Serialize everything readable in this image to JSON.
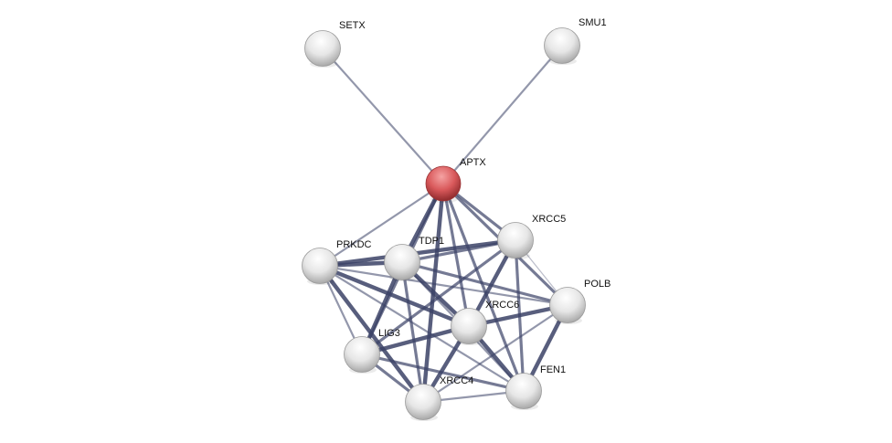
{
  "network": {
    "query_color": "#d9595b",
    "node_color": "#e4e4e4",
    "edge_color": "#3b4266",
    "nodes": [
      {
        "id": "SETX",
        "query": false
      },
      {
        "id": "SMU1",
        "query": false
      },
      {
        "id": "APTX",
        "query": true
      },
      {
        "id": "XRCC5",
        "query": false
      },
      {
        "id": "PRKDC",
        "query": false
      },
      {
        "id": "TDP1",
        "query": false
      },
      {
        "id": "POLB",
        "query": false
      },
      {
        "id": "XRCC6",
        "query": false
      },
      {
        "id": "LIG3",
        "query": false
      },
      {
        "id": "FEN1",
        "query": false
      },
      {
        "id": "XRCC4",
        "query": false
      }
    ],
    "edges": [
      [
        "APTX",
        "SETX",
        1
      ],
      [
        "APTX",
        "SMU1",
        1
      ],
      [
        "APTX",
        "PRKDC",
        1
      ],
      [
        "APTX",
        "TDP1",
        3
      ],
      [
        "APTX",
        "XRCC5",
        2
      ],
      [
        "APTX",
        "XRCC6",
        2
      ],
      [
        "APTX",
        "FEN1",
        2
      ],
      [
        "APTX",
        "POLB",
        2
      ],
      [
        "APTX",
        "XRCC4",
        3
      ],
      [
        "APTX",
        "LIG3",
        2
      ],
      [
        "PRKDC",
        "TDP1",
        3
      ],
      [
        "PRKDC",
        "XRCC5",
        3
      ],
      [
        "PRKDC",
        "XRCC6",
        3
      ],
      [
        "PRKDC",
        "POLB",
        1
      ],
      [
        "PRKDC",
        "LIG3",
        1
      ],
      [
        "PRKDC",
        "XRCC4",
        3
      ],
      [
        "PRKDC",
        "FEN1",
        1
      ],
      [
        "TDP1",
        "XRCC5",
        2
      ],
      [
        "TDP1",
        "POLB",
        2
      ],
      [
        "TDP1",
        "XRCC6",
        3
      ],
      [
        "TDP1",
        "LIG3",
        3
      ],
      [
        "TDP1",
        "XRCC4",
        2
      ],
      [
        "TDP1",
        "FEN1",
        1
      ],
      [
        "XRCC5",
        "XRCC6",
        3
      ],
      [
        "XRCC5",
        "LIG3",
        2
      ],
      [
        "XRCC5",
        "POLB",
        0
      ],
      [
        "XRCC5",
        "FEN1",
        2
      ],
      [
        "POLB",
        "XRCC6",
        3
      ],
      [
        "POLB",
        "FEN1",
        3
      ],
      [
        "POLB",
        "XRCC4",
        1
      ],
      [
        "XRCC6",
        "LIG3",
        3
      ],
      [
        "XRCC6",
        "XRCC4",
        3
      ],
      [
        "XRCC6",
        "FEN1",
        3
      ],
      [
        "LIG3",
        "XRCC4",
        2
      ],
      [
        "LIG3",
        "FEN1",
        2
      ],
      [
        "XRCC4",
        "FEN1",
        1
      ]
    ]
  }
}
